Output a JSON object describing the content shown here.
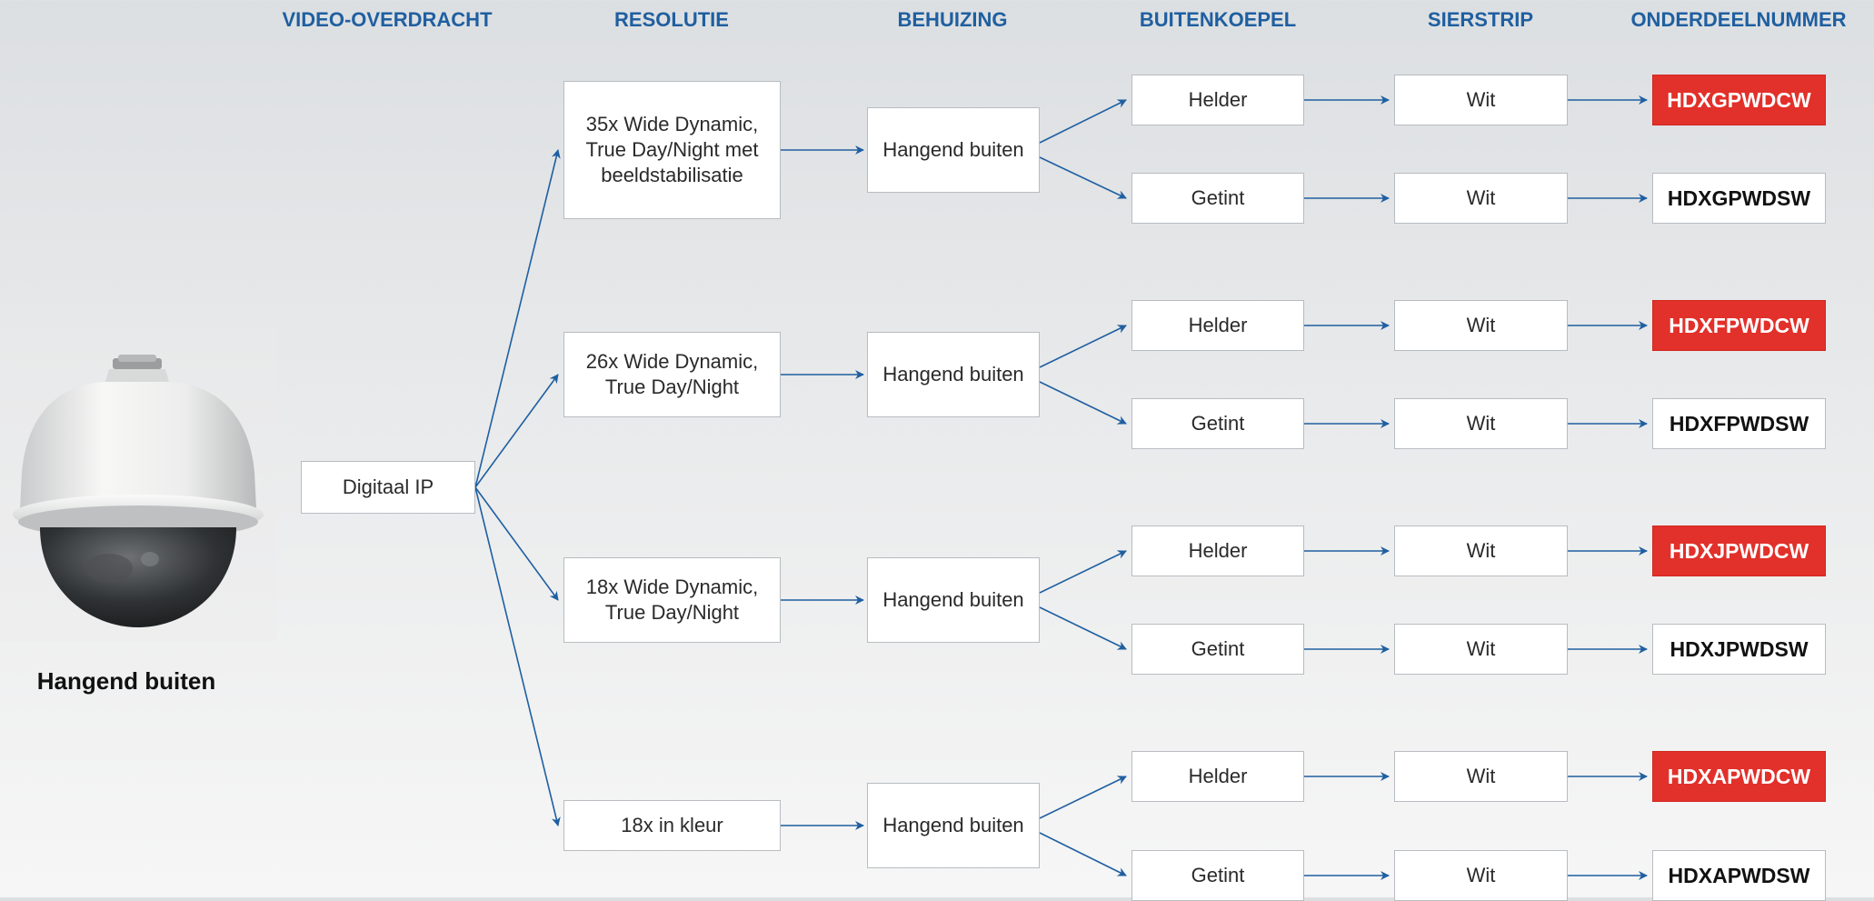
{
  "headers": {
    "video": "VIDEO-OVERDRACHT",
    "resolutie": "RESOLUTIE",
    "behuizing": "BEHUIZING",
    "buitenkoepel": "BUITENKOEPEL",
    "sierstrip": "SIERSTRIP",
    "onderdeelnummer": "ONDERDEELNUMMER"
  },
  "camera_label": "Hangend buiten",
  "video_node": "Digitaal IP",
  "groups": [
    {
      "resolution": [
        "35x Wide Dynamic,",
        "True Day/Night met",
        "beeldstabilisatie"
      ],
      "housing": "Hangend buiten",
      "rows": [
        {
          "dome": "Helder",
          "trim": "Wit",
          "part": "HDXGPWDCW",
          "highlight": true
        },
        {
          "dome": "Getint",
          "trim": "Wit",
          "part": "HDXGPWDSW",
          "highlight": false
        }
      ]
    },
    {
      "resolution": [
        "26x Wide Dynamic,",
        "True Day/Night"
      ],
      "housing": "Hangend buiten",
      "rows": [
        {
          "dome": "Helder",
          "trim": "Wit",
          "part": "HDXFPWDCW",
          "highlight": true
        },
        {
          "dome": "Getint",
          "trim": "Wit",
          "part": "HDXFPWDSW",
          "highlight": false
        }
      ]
    },
    {
      "resolution": [
        "18x Wide Dynamic,",
        "True Day/Night"
      ],
      "housing": "Hangend buiten",
      "rows": [
        {
          "dome": "Helder",
          "trim": "Wit",
          "part": "HDXJPWDCW",
          "highlight": true
        },
        {
          "dome": "Getint",
          "trim": "Wit",
          "part": "HDXJPWDSW",
          "highlight": false
        }
      ]
    },
    {
      "resolution": [
        "18x in kleur"
      ],
      "housing": "Hangend buiten",
      "rows": [
        {
          "dome": "Helder",
          "trim": "Wit",
          "part": "HDXAPWDCW",
          "highlight": true
        },
        {
          "dome": "Getint",
          "trim": "Wit",
          "part": "HDXAPWDSW",
          "highlight": false
        }
      ]
    }
  ],
  "colors": {
    "header": "#1f5fa0",
    "arrow": "#1f5fa0",
    "highlight": "#e2302a"
  }
}
